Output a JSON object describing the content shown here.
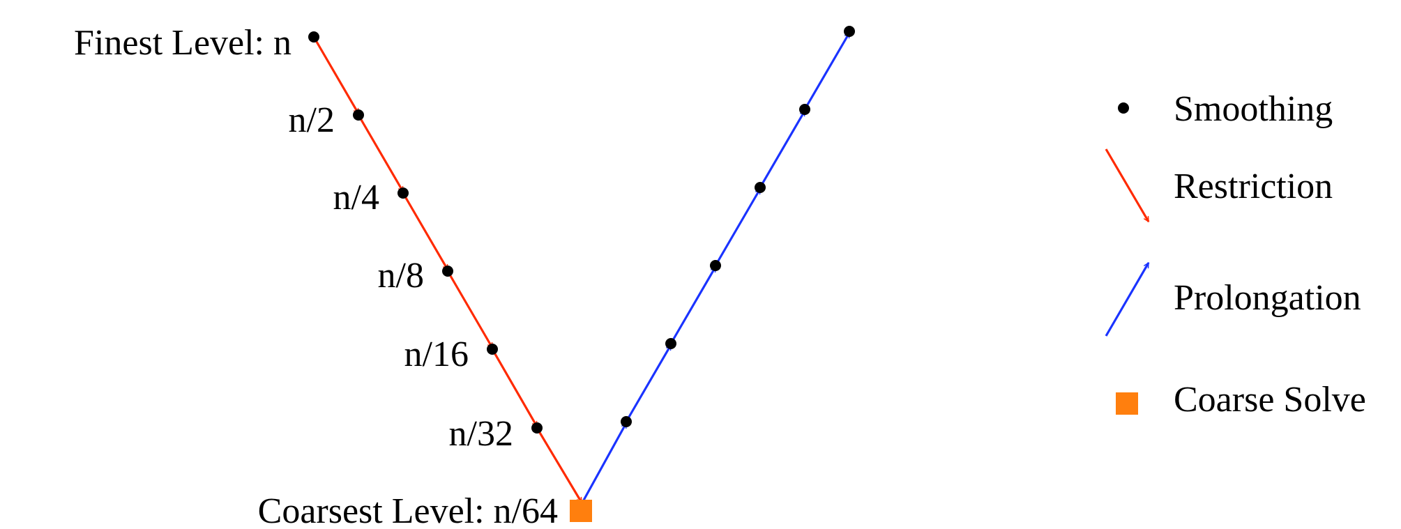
{
  "colors": {
    "restriction": "#ff2a00",
    "prolongation": "#1a33ff",
    "smoothing": "#000000",
    "coarse_solve": "#ff7f0e"
  },
  "levels": [
    {
      "label": "Finest Level: n"
    },
    {
      "label": "n/2"
    },
    {
      "label": "n/4"
    },
    {
      "label": "n/8"
    },
    {
      "label": "n/16"
    },
    {
      "label": "n/32"
    },
    {
      "label": "Coarsest Level: n/64"
    }
  ],
  "legend": {
    "smoothing": "Smoothing",
    "restriction": "Restriction",
    "prolongation": "Prolongation",
    "coarse_solve": "Coarse Solve"
  }
}
